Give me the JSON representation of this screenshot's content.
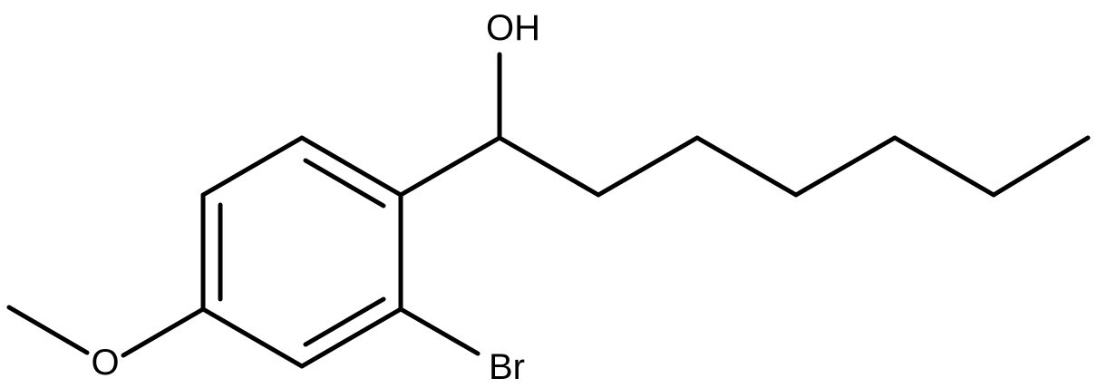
{
  "molecule": {
    "atoms": {
      "hydroxyl": "OH",
      "methoxy_oxygen": "O",
      "bromine": "Br"
    },
    "colors": {
      "bond": "#000000",
      "label": "#000000",
      "background": "#ffffff"
    }
  }
}
